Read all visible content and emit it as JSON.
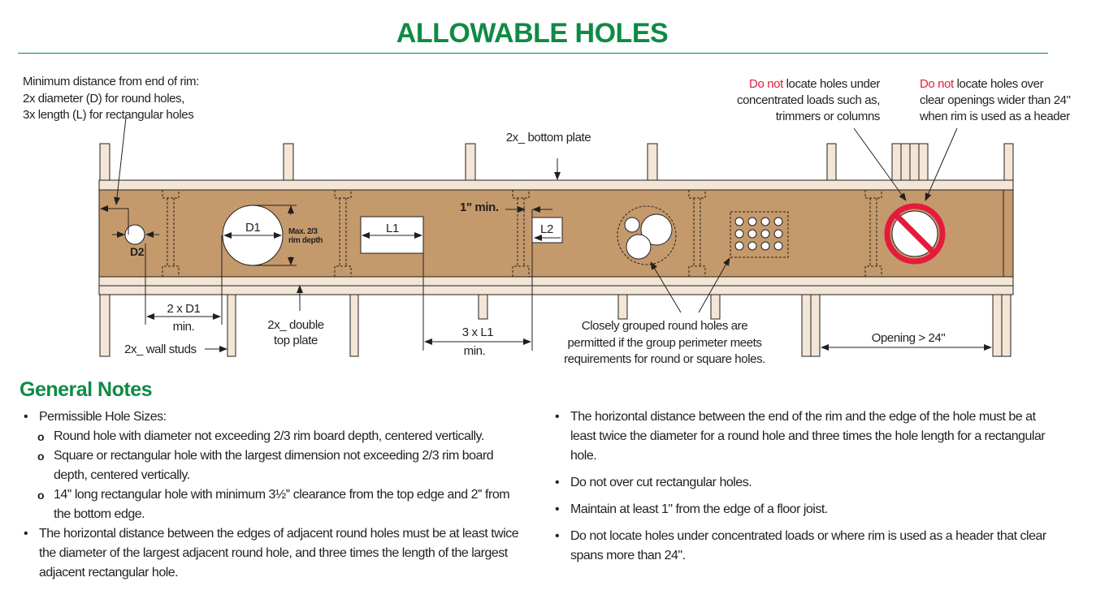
{
  "title": "ALLOWABLE HOLES",
  "diagram": {
    "min_distance": [
      "Minimum distance from end of rim:",
      "2x diameter (D) for round holes,",
      "3x length (L) for rectangular holes"
    ],
    "bottom_plate": "2x_ bottom plate",
    "do_not": "Do not",
    "conc_loads": [
      " locate holes under",
      "concentrated loads such as,",
      "trimmers or columns"
    ],
    "clear_open": [
      " locate holes over",
      "clear openings wider than 24\"",
      "when rim is used as a header"
    ],
    "d2": "D2",
    "d1": "D1",
    "l1": "L1",
    "l2": "L2",
    "max_depth": [
      "Max. 2/3",
      "rim depth"
    ],
    "one_min": "1\" min.",
    "two_d1": [
      "2 x D1",
      "min."
    ],
    "double_top": [
      "2x_ double",
      "top plate"
    ],
    "wall_studs": "2x_ wall studs",
    "three_l1": [
      "3 x L1",
      "min."
    ],
    "grouped": [
      "Closely grouped round holes are",
      "permitted if the group perimeter meets",
      "requirements for round or square holes."
    ],
    "opening": "Opening > 24\""
  },
  "notes": {
    "heading": "General Notes",
    "left": [
      {
        "type": "b",
        "text": "Permissible Hole Sizes:"
      },
      {
        "type": "s",
        "text": "Round hole with diameter not exceeding 2/3 rim board depth, centered vertically."
      },
      {
        "type": "s",
        "text": "Square or rectangular hole with the largest dimension not exceeding 2/3 rim board depth, centered vertically."
      },
      {
        "type": "s",
        "text": "14'' long rectangular hole with minimum 3½'' clearance from the top edge and 2'' from the bottom edge."
      },
      {
        "type": "b",
        "text": "The horizontal distance between the edges of adjacent round holes must be at least twice the diameter of the largest adjacent round hole, and three times the length of the largest adjacent rectangular hole."
      }
    ],
    "right": [
      "The horizontal distance between the end of the rim and the edge of the hole must be at least twice the diameter for a round hole and three times the hole length for a rectangular hole.",
      "Do not over cut rectangular holes.",
      "Maintain at least 1\" from the edge of a floor joist.",
      "Do not locate holes under concentrated loads or where rim is used as a header that clear spans more than 24\"."
    ]
  },
  "colors": {
    "green": "#0f8a45",
    "red": "#e31b3c",
    "rim": "#c49a6c",
    "plate": "#f3e6d6"
  }
}
